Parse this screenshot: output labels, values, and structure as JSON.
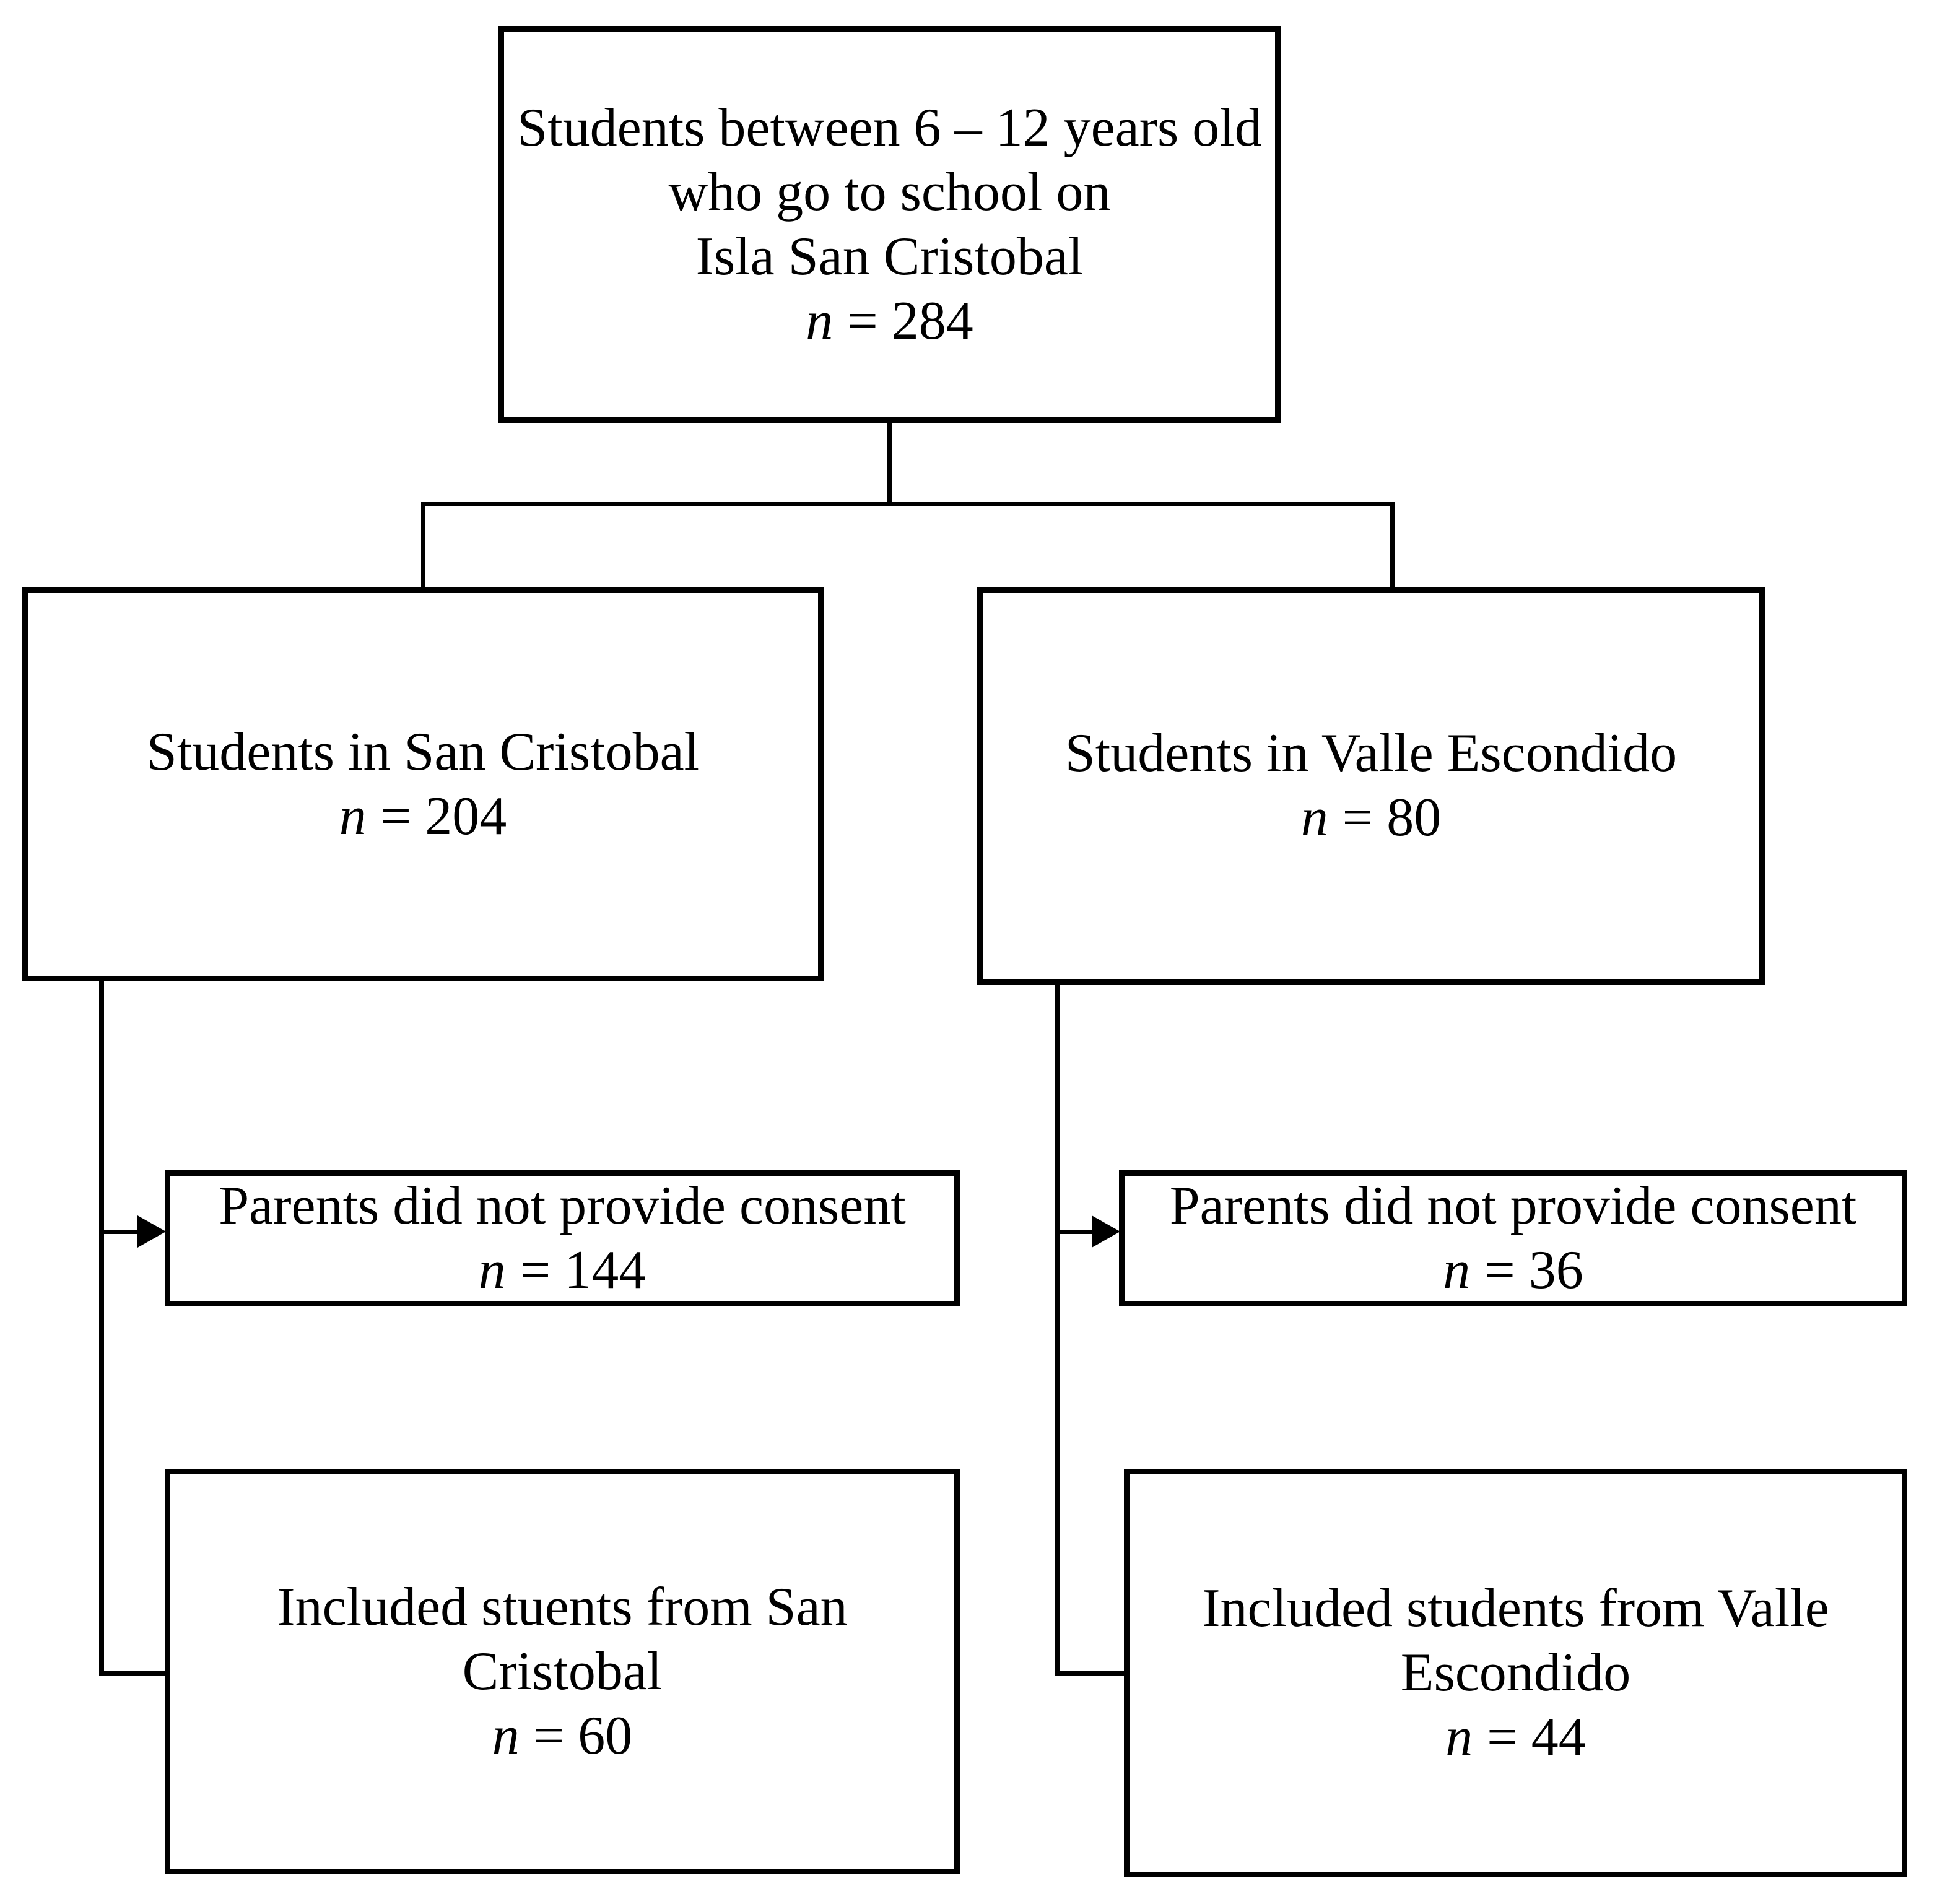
{
  "figure": {
    "type": "participant-flow-diagram",
    "colors": {
      "line": "#000000",
      "background": "#ffffff",
      "text": "#000000"
    },
    "boxes": {
      "population": {
        "lines": [
          "Students between 6 – 12 years old",
          "who go to school on",
          "Isla San Cristobal"
        ],
        "n_symbol": "n",
        "n_value": "= 284"
      },
      "san_cristobal": {
        "lines": [
          "Students in San Cristobal"
        ],
        "n_symbol": "n",
        "n_value": "= 204"
      },
      "valle_escondido": {
        "lines": [
          "Students in Valle Escondido"
        ],
        "n_symbol": "n",
        "n_value": "= 80"
      },
      "no_consent_san_cristobal": {
        "lines": [
          "Parents did not provide consent"
        ],
        "n_symbol": "n",
        "n_value": "= 144"
      },
      "no_consent_valle_escondido": {
        "lines": [
          "Parents did not provide consent"
        ],
        "n_symbol": "n",
        "n_value": "= 36"
      },
      "included_san_cristobal": {
        "lines": [
          "Included stuents from San",
          "Cristobal"
        ],
        "n_symbol": "n",
        "n_value": "= 60"
      },
      "included_valle_escondido": {
        "lines": [
          "Included students from Valle",
          "Escondido"
        ],
        "n_symbol": "n",
        "n_value": "= 44"
      }
    }
  }
}
